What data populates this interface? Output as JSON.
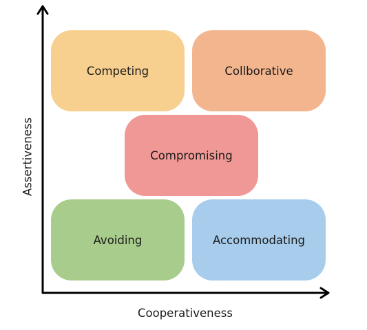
{
  "axes": {
    "x_label": "Cooperativeness",
    "y_label": "Assertiveness",
    "color": "#000000"
  },
  "styles": [
    {
      "key": "competing",
      "label": "Competing",
      "color": "#F7CF8E"
    },
    {
      "key": "collaborative",
      "label": "Collborative",
      "color": "#F2B58D"
    },
    {
      "key": "compromising",
      "label": "Compromising",
      "color": "#F09896"
    },
    {
      "key": "avoiding",
      "label": "Avoiding",
      "color": "#A8CC8C"
    },
    {
      "key": "accommodating",
      "label": "Accommodating",
      "color": "#A7CCEC"
    }
  ]
}
